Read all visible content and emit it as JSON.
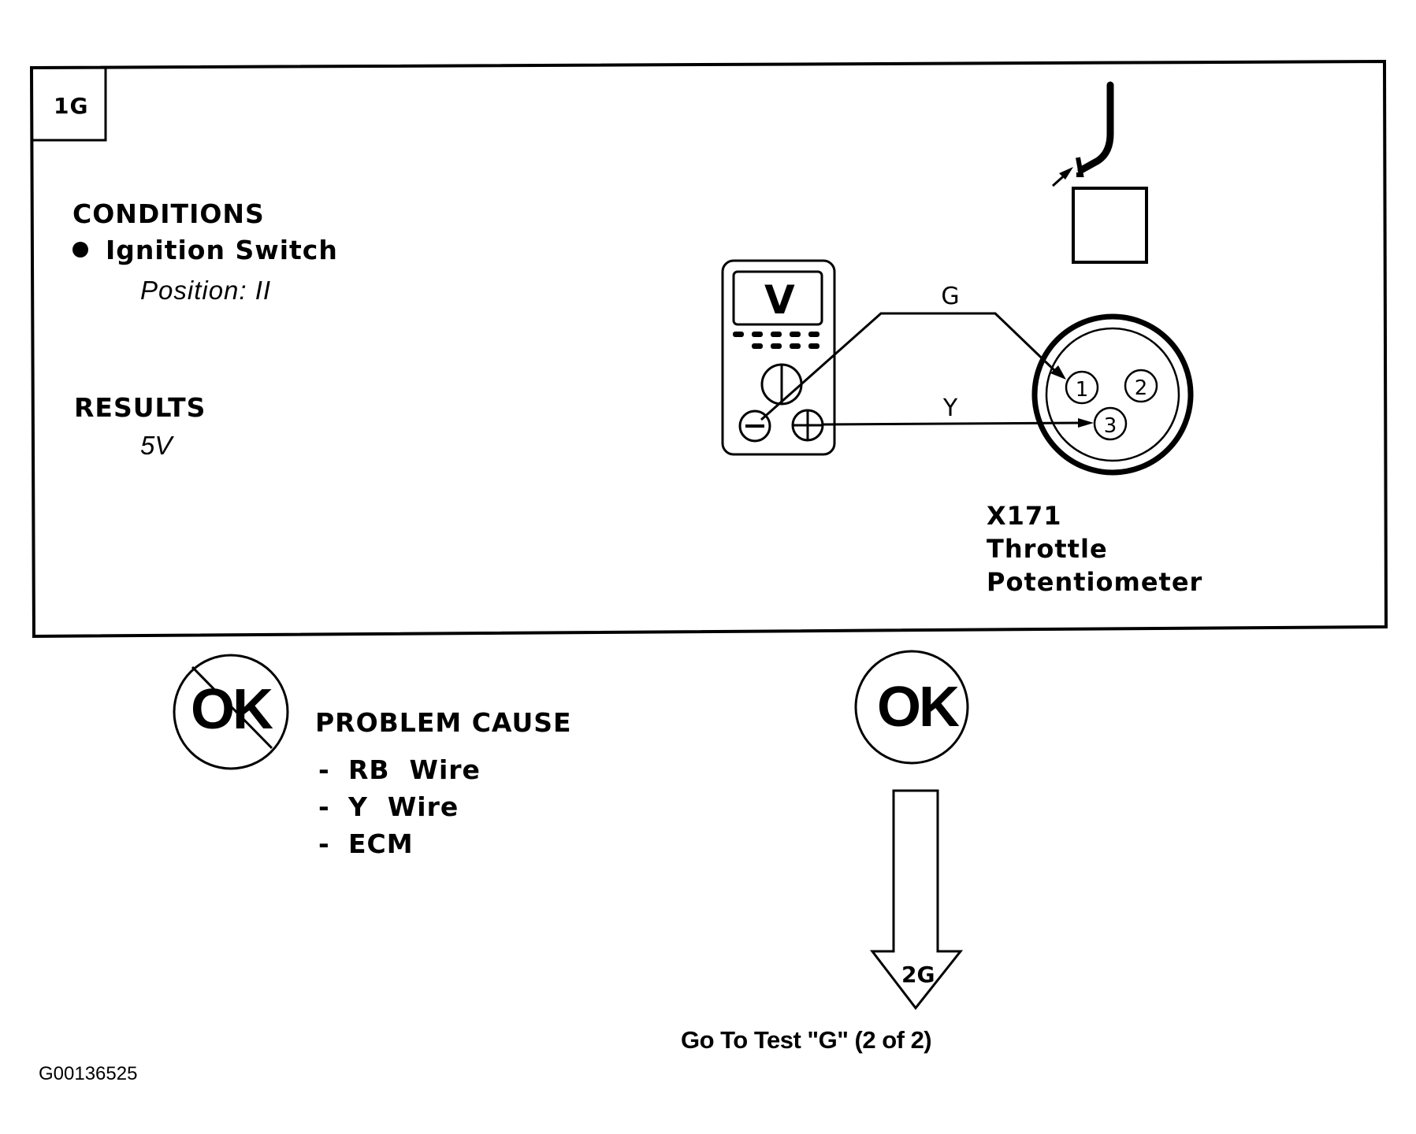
{
  "test": {
    "id": "1G",
    "conditions": {
      "heading": "CONDITIONS",
      "items": [
        {
          "label": "Ignition Switch",
          "value": "Position: II"
        }
      ]
    },
    "results": {
      "heading": "RESULTS",
      "value": "5V"
    }
  },
  "meter": {
    "display": "V",
    "terminals": {
      "negative": "minus",
      "positive": "plus"
    }
  },
  "wires": [
    {
      "label": "G",
      "from": "meter-negative",
      "to_pin": "1"
    },
    {
      "label": "Y",
      "from": "meter-positive",
      "to_pin": "3"
    }
  ],
  "connector": {
    "id": "X171",
    "name_line1": "Throttle",
    "name_line2": "Potentiometer",
    "pins": [
      "1",
      "2",
      "3"
    ]
  },
  "outcomes": {
    "not_ok": {
      "symbol": "OK",
      "crossed": true,
      "heading": "PROBLEM CAUSE",
      "causes": [
        "RB  Wire",
        "Y  Wire",
        "ECM"
      ]
    },
    "ok": {
      "symbol": "OK",
      "next_test_id": "2G",
      "next_step": "Go To Test \"G\" (2 of 2)"
    }
  },
  "figure_id": "G00136525",
  "icons": {
    "plug": "connector-plug-icon",
    "meter": "voltmeter-icon",
    "dash": "-"
  }
}
